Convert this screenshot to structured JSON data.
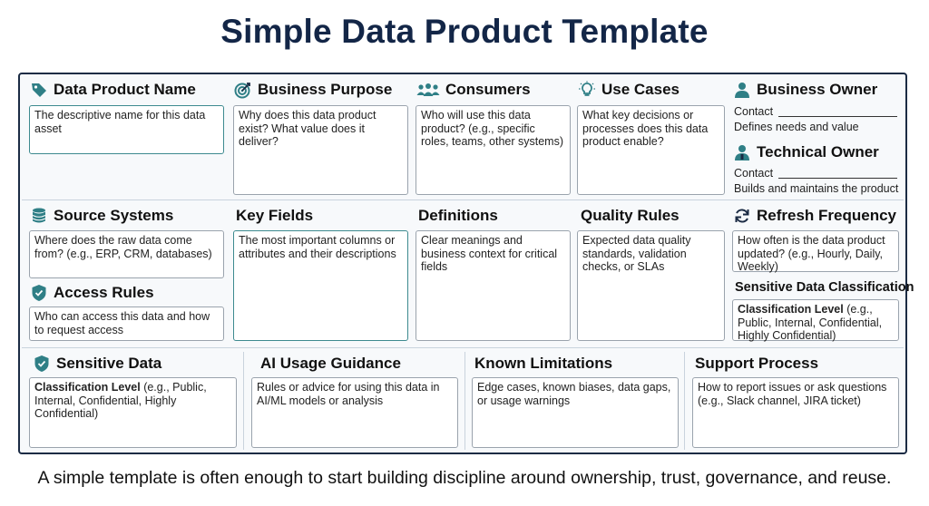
{
  "title": "Simple Data Product Template",
  "footer": "A simple template is often enough to start building discipline around ownership, trust, governance, and reuse.",
  "colors": {
    "title": "#132647",
    "icon_teal": "#2f7f86",
    "frame": "#1b2b44"
  },
  "fields": {
    "data_product_name": {
      "label": "Data Product Name",
      "icon": "tag-icon",
      "text": "The descriptive name for this data asset"
    },
    "business_purpose": {
      "label": "Business Purpose",
      "icon": "target-icon",
      "text": "Why does this data product exist? What value does it deliver?"
    },
    "consumers": {
      "label": "Consumers",
      "icon": "users-icon",
      "text": "Who will use this data product? (e.g., specific roles, teams, other systems)"
    },
    "use_cases": {
      "label": "Use Cases",
      "icon": "lightbulb-icon",
      "text": "What key decisions or processes does this data product enable?"
    },
    "business_owner": {
      "label": "Business Owner",
      "icon": "person-icon",
      "contact": "Contact",
      "desc": "Defines needs and value"
    },
    "technical_owner": {
      "label": "Technical Owner",
      "icon": "tech-person-icon",
      "contact": "Contact",
      "desc": "Builds and maintains the product"
    },
    "source_systems": {
      "label": "Source Systems",
      "icon": "database-icon",
      "text": "Where does the raw data come from? (e.g., ERP, CRM, databases)"
    },
    "key_fields": {
      "label": "Key Fields",
      "text": "The most important columns or attributes and their descriptions"
    },
    "definitions": {
      "label": "Definitions",
      "text": "Clear meanings and business context for critical fields"
    },
    "quality_rules": {
      "label": "Quality Rules",
      "text": "Expected data quality standards, validation checks, or SLAs"
    },
    "refresh_frequency": {
      "label": "Refresh Frequency",
      "icon": "refresh-icon",
      "text": "How often is the data product updated? (e.g., Hourly, Daily, Weekly)"
    },
    "access_rules": {
      "label": "Access Rules",
      "icon": "shield-icon",
      "text": "Who can access this data and how to request access"
    },
    "sensitive_classification": {
      "label": "Sensitive Data Classification",
      "bold": "Classification Level",
      "text": " (e.g., Public, Internal, Confidential, Highly Confidential)"
    },
    "sensitive_data": {
      "label": "Sensitive Data",
      "icon": "shield-icon",
      "bold": "Classification Level",
      "text": " (e.g., Public, Internal, Confidential, Highly Confidential)"
    },
    "ai_usage": {
      "label": "AI Usage Guidance",
      "text": "Rules or advice for using this data in AI/ML models or analysis"
    },
    "known_limitations": {
      "label": "Known Limitations",
      "text": "Edge cases, known biases, data gaps, or usage warnings"
    },
    "support_process": {
      "label": "Support Process",
      "text": "How to report issues or ask questions (e.g., Slack channel, JIRA ticket)"
    }
  }
}
